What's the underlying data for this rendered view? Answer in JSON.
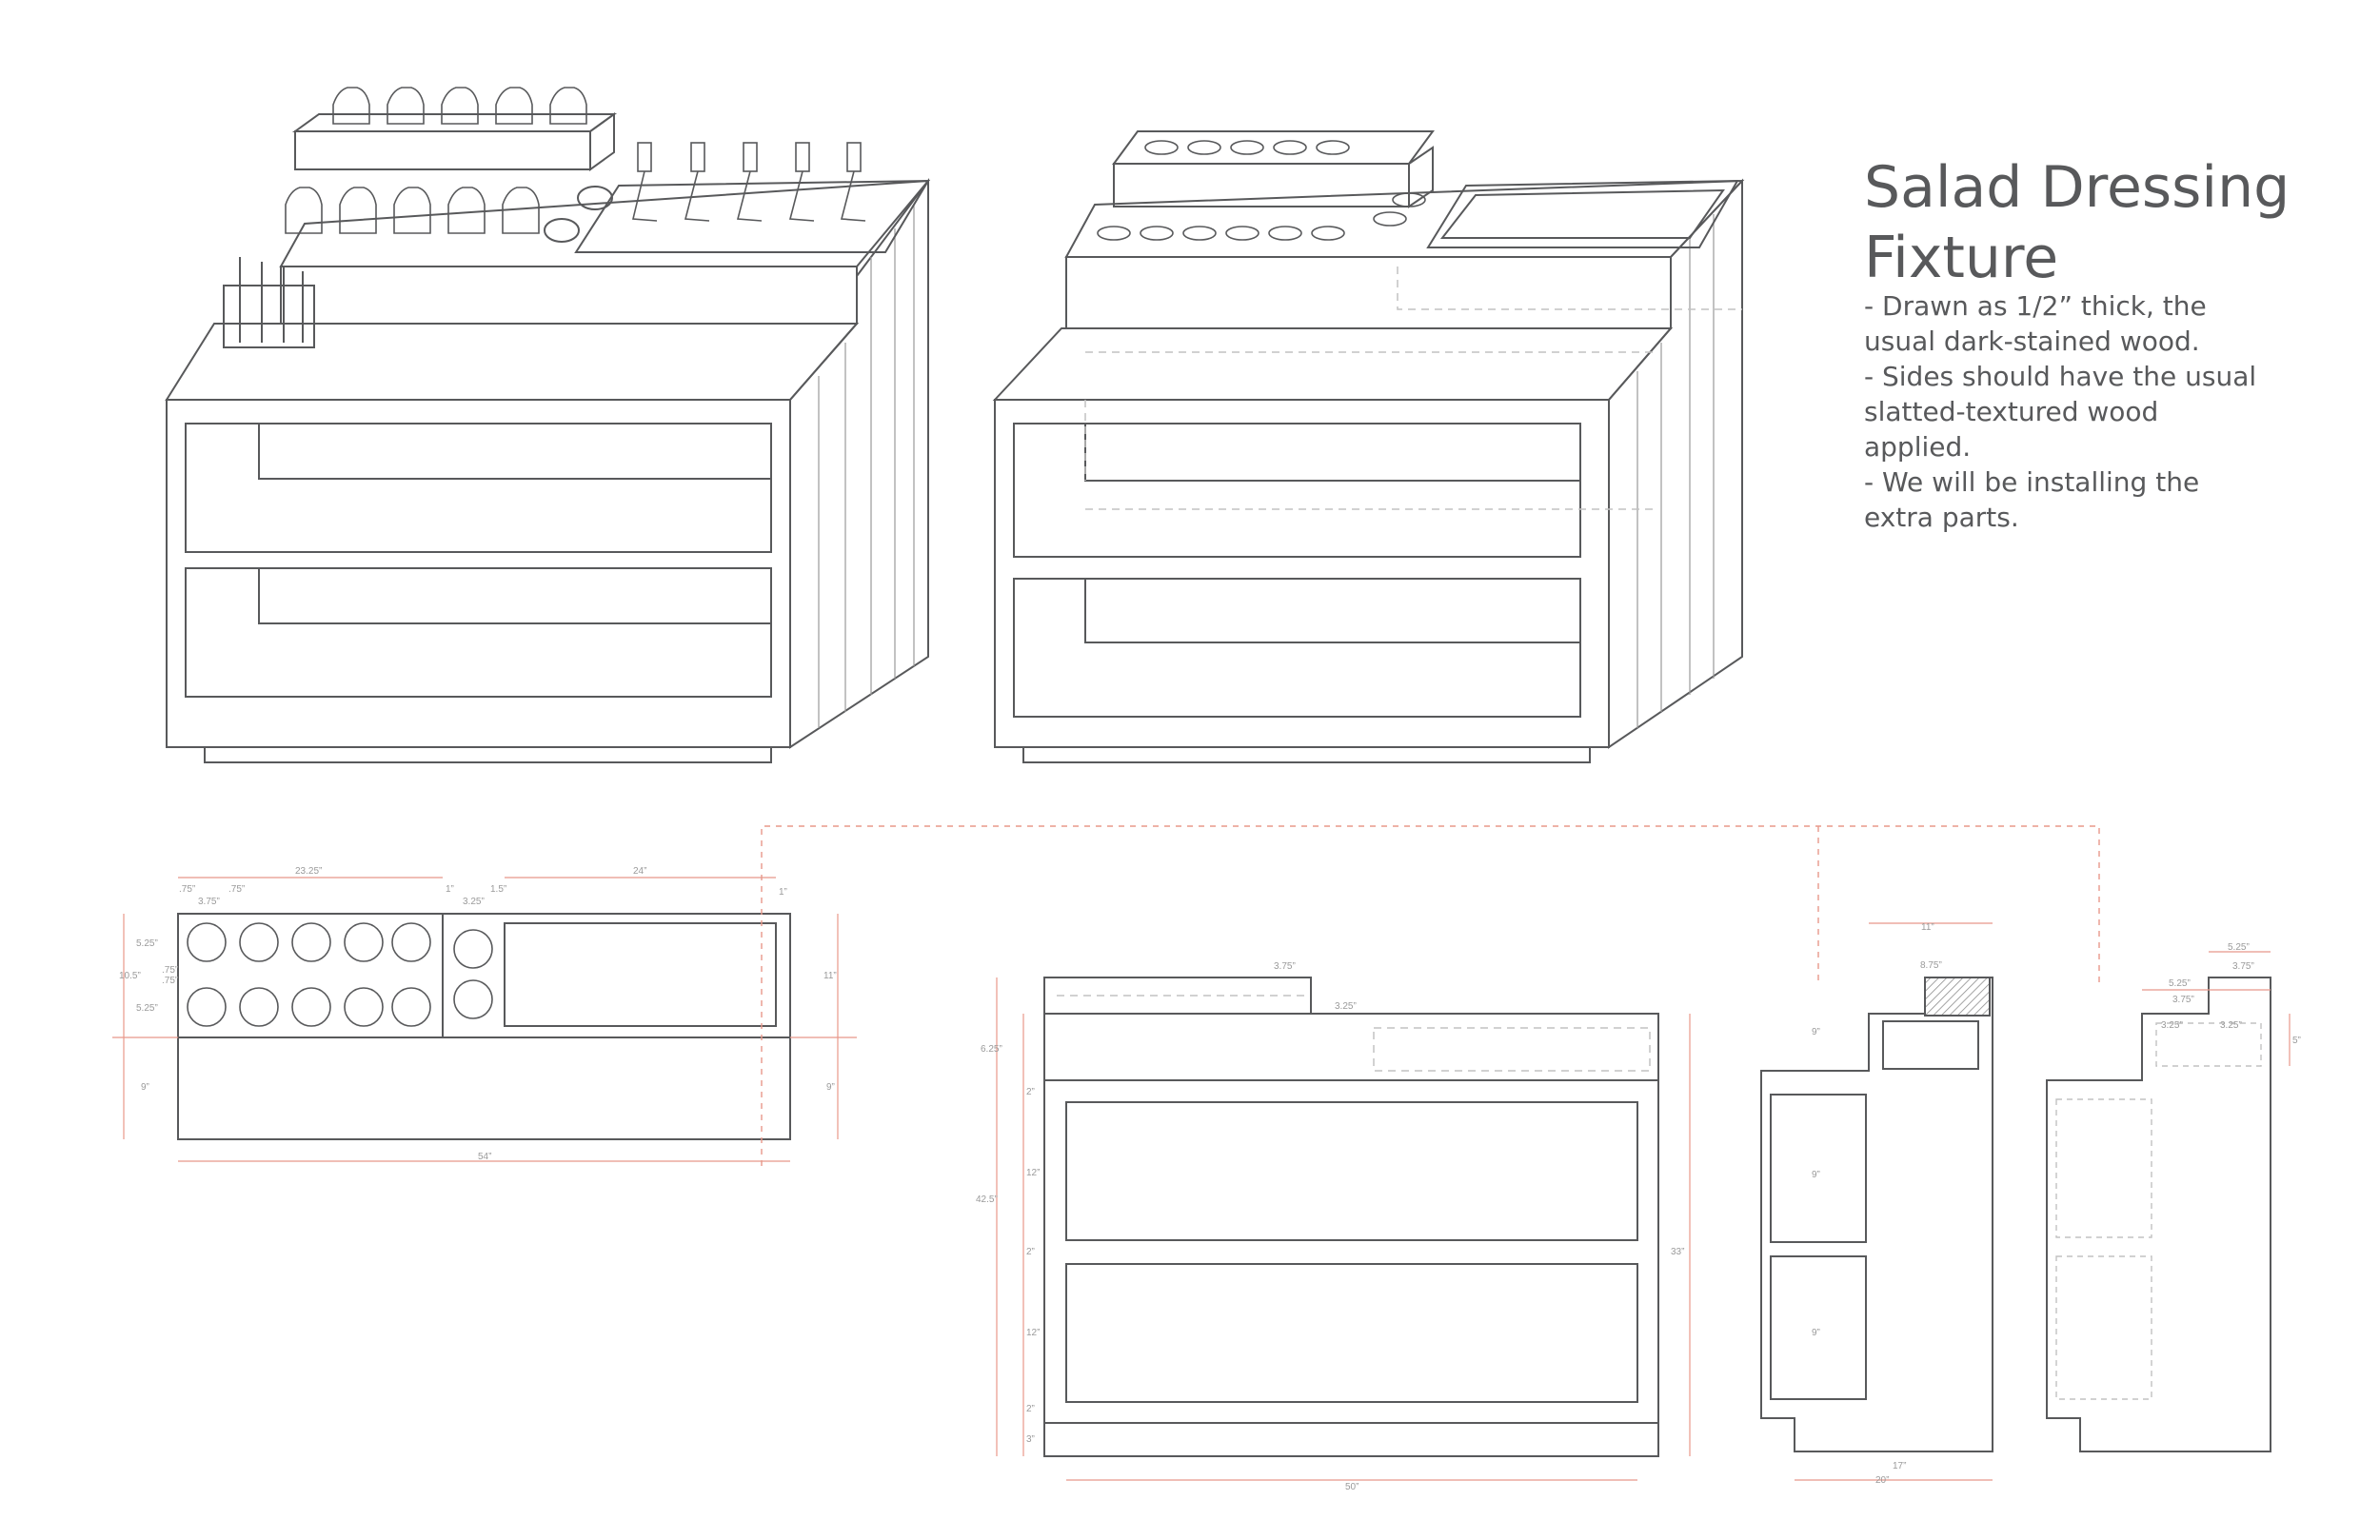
{
  "title": {
    "line1": "Salad Dressing",
    "line2": "Fixture"
  },
  "notes": [
    "- Drawn as 1/2” thick, the",
    "usual dark-stained wood.",
    "- Sides should have the usual",
    "slatted-textured wood",
    "applied.",
    "- We will be installing the",
    "extra parts."
  ],
  "colors": {
    "line": "#58595b",
    "dimension": "#e8988a",
    "hidden": "#c2c2c2",
    "text": "#58595b"
  },
  "top_view": {
    "dims": {
      "overall_top": "23.25”",
      "right_top": "24”",
      "gap_a": ".75”",
      "gap_b": ".75”",
      "hole": "3.75”",
      "gap_c": "1”",
      "gap_d": "1.5”",
      "hole_b": "3.25”",
      "edge": "1”",
      "row_h": "5.25”",
      "gap_e": ".75”",
      "gap_f": ".75”",
      "total_h": "10.5”",
      "row_h2": "5.25”",
      "tray_h": "11”",
      "base_l": "9”",
      "base_r": "9”",
      "width": "54”"
    }
  },
  "front_view": {
    "dims": {
      "top_w": "3.75”",
      "step": "3.25”",
      "upper": "6.25”",
      "rail_a": "2”",
      "shelf_a": "12”",
      "rail_b": "2”",
      "shelf_b": "12”",
      "rail_c": "2”",
      "plinth": "3”",
      "overall_h": "42.5”",
      "body_h": "33”",
      "inner_w": "50”"
    }
  },
  "side_section": {
    "dims": {
      "top": "11”",
      "block": "8.75”",
      "ledge": "9”",
      "shelf_a": "9”",
      "shelf_b": "9”",
      "base": "17”",
      "depth": "20”"
    }
  },
  "side_elevation": {
    "dims": {
      "a": "5.25”",
      "b": "3.75”",
      "c": "5.25”",
      "d": "3.75”",
      "e": "3.25”",
      "f": "3.25”",
      "g": "5”"
    }
  }
}
